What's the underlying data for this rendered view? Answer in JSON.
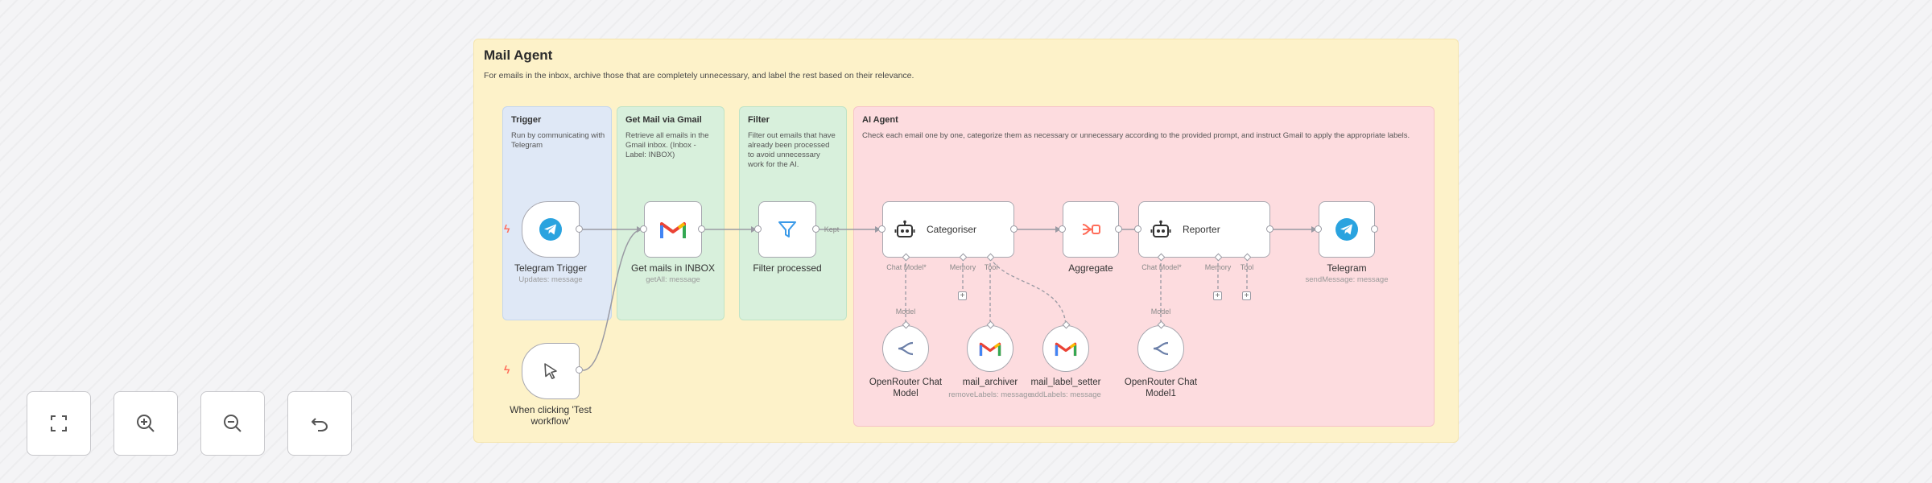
{
  "workflow": {
    "title": "Mail Agent",
    "description": "For emails in the inbox, archive those that are completely unnecessary, and label the rest based on their relevance."
  },
  "stickies": {
    "trigger": {
      "title": "Trigger",
      "description": "Run by communicating with Telegram"
    },
    "gmail": {
      "title": "Get Mail via Gmail",
      "description": "Retrieve all emails in the Gmail inbox. (Inbox - Label: INBOX)"
    },
    "filter": {
      "title": "Filter",
      "description": "Filter out emails that have already been processed to avoid unnecessary work for the AI."
    },
    "agent": {
      "title": "AI Agent",
      "description": "Check each email one by one, categorize them as necessary or unnecessary according to the provided prompt, and instruct Gmail to apply the appropriate labels."
    }
  },
  "nodes": {
    "telegram_trigger": {
      "label": "Telegram Trigger",
      "sub": "Updates: message"
    },
    "manual_trigger": {
      "label": "When clicking 'Test workflow'"
    },
    "get_mails": {
      "label": "Get mails in INBOX",
      "sub": "getAll: message"
    },
    "filter_processed": {
      "label": "Filter processed"
    },
    "categoriser": {
      "label": "Categoriser"
    },
    "aggregate": {
      "label": "Aggregate"
    },
    "reporter": {
      "label": "Reporter"
    },
    "telegram": {
      "label": "Telegram",
      "sub": "sendMessage: message"
    },
    "openrouter_1": {
      "label": "OpenRouter Chat Model"
    },
    "mail_archiver": {
      "label": "mail_archiver",
      "sub": "removeLabels: message"
    },
    "mail_label_setter": {
      "label": "mail_label_setter",
      "sub": "addLabels: message"
    },
    "openrouter_2": {
      "label": "OpenRouter Chat Model1"
    }
  },
  "ports": {
    "chat_model": "Chat Model*",
    "memory": "Memory",
    "tool": "Tool",
    "model": "Model",
    "kept": "Kept"
  },
  "controls": {
    "fit_view": "fit-view-icon",
    "zoom_in": "zoom-in-icon",
    "zoom_out": "zoom-out-icon",
    "reset": "undo-icon"
  },
  "colors": {
    "telegram": "#2aa3df",
    "gmail_red": "#ea4335",
    "n8n_accent": "#ff6d5a",
    "filter_blue": "#3b9ae8"
  }
}
